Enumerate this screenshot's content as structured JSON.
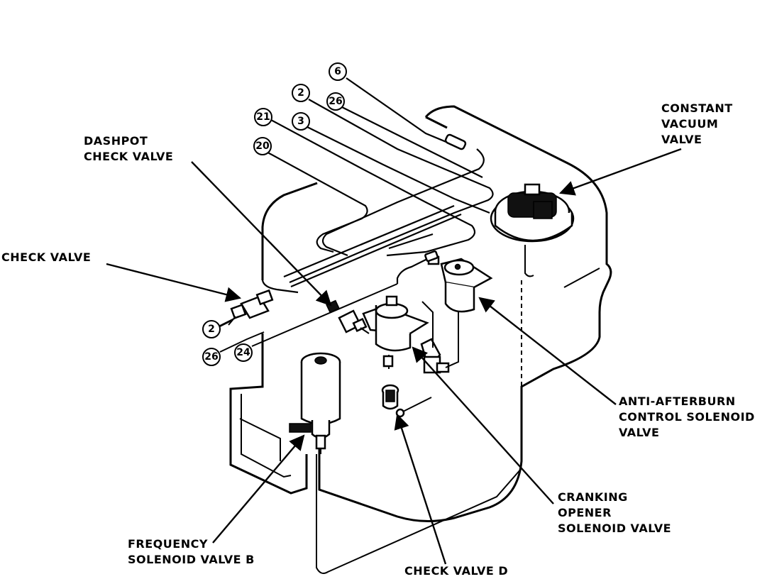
{
  "labels": {
    "constant_vacuum_valve": [
      "CONSTANT",
      "VACUUM",
      "VALVE"
    ],
    "dashpot_check_valve": [
      "DASHPOT",
      "CHECK VALVE"
    ],
    "check_valve": "CHECK VALVE",
    "anti_afterburn": [
      "ANTI-AFTERBURN",
      "CONTROL SOLENOID",
      "VALVE"
    ],
    "cranking_opener": [
      "CRANKING",
      "OPENER",
      "SOLENOID VALVE"
    ],
    "frequency_solenoid": [
      "FREQUENCY",
      "SOLENOID VALVE B"
    ],
    "check_valve_d": "CHECK VALVE D"
  },
  "hose_numbers": {
    "n6": "6",
    "n2_top": "2",
    "n26_top": "26",
    "n21": "21",
    "n3": "3",
    "n20": "20",
    "n2_bottom": "2",
    "n26_bottom": "26",
    "n24": "24"
  }
}
